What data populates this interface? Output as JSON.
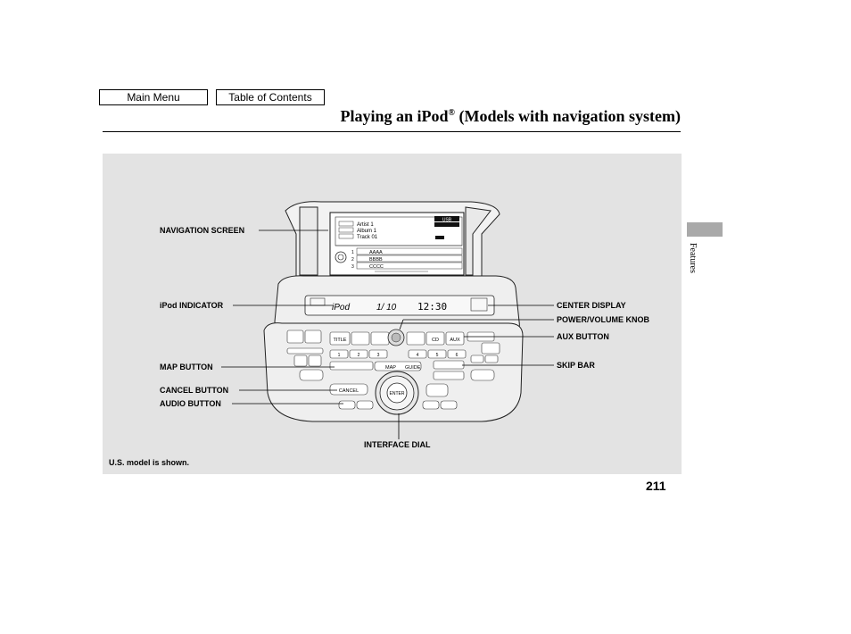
{
  "nav": {
    "main_menu": "Main Menu",
    "table_of_contents": "Table of Contents"
  },
  "page": {
    "title": "Playing an iPod",
    "title_registered": "®",
    "title_suffix": " (Models with navigation system)",
    "section_tab": "Features",
    "page_number": "211",
    "caption": "U.S. model is shown."
  },
  "callouts": {
    "navigation_screen": "NAVIGATION SCREEN",
    "ipod_indicator": "iPod INDICATOR",
    "map_button": "MAP BUTTON",
    "cancel_button": "CANCEL BUTTON",
    "audio_button": "AUDIO BUTTON",
    "interface_dial": "INTERFACE DIAL",
    "center_display": "CENTER DISPLAY",
    "power_volume_knob": "POWER/VOLUME KNOB",
    "aux_button": "AUX BUTTON",
    "skip_bar": "SKIP BAR"
  },
  "screen": {
    "usb": "USB",
    "artist": "Artist 1",
    "album": "Album 1",
    "track": "Track 01",
    "list": [
      "AAAA",
      "BBBB",
      "CCCC"
    ],
    "list_numbers": [
      "1",
      "2",
      "3"
    ]
  },
  "center_display": {
    "mode": "iPod",
    "track": "1/ 10",
    "time": "12:30"
  },
  "panel_buttons": {
    "title": "TITLE",
    "cd": "CD",
    "aux": "AUX",
    "map": "MAP",
    "guide": "GUIDE",
    "enter": "ENTER",
    "cancel": "CANCEL",
    "presets": [
      "1",
      "2",
      "3",
      "4",
      "5",
      "6"
    ]
  }
}
